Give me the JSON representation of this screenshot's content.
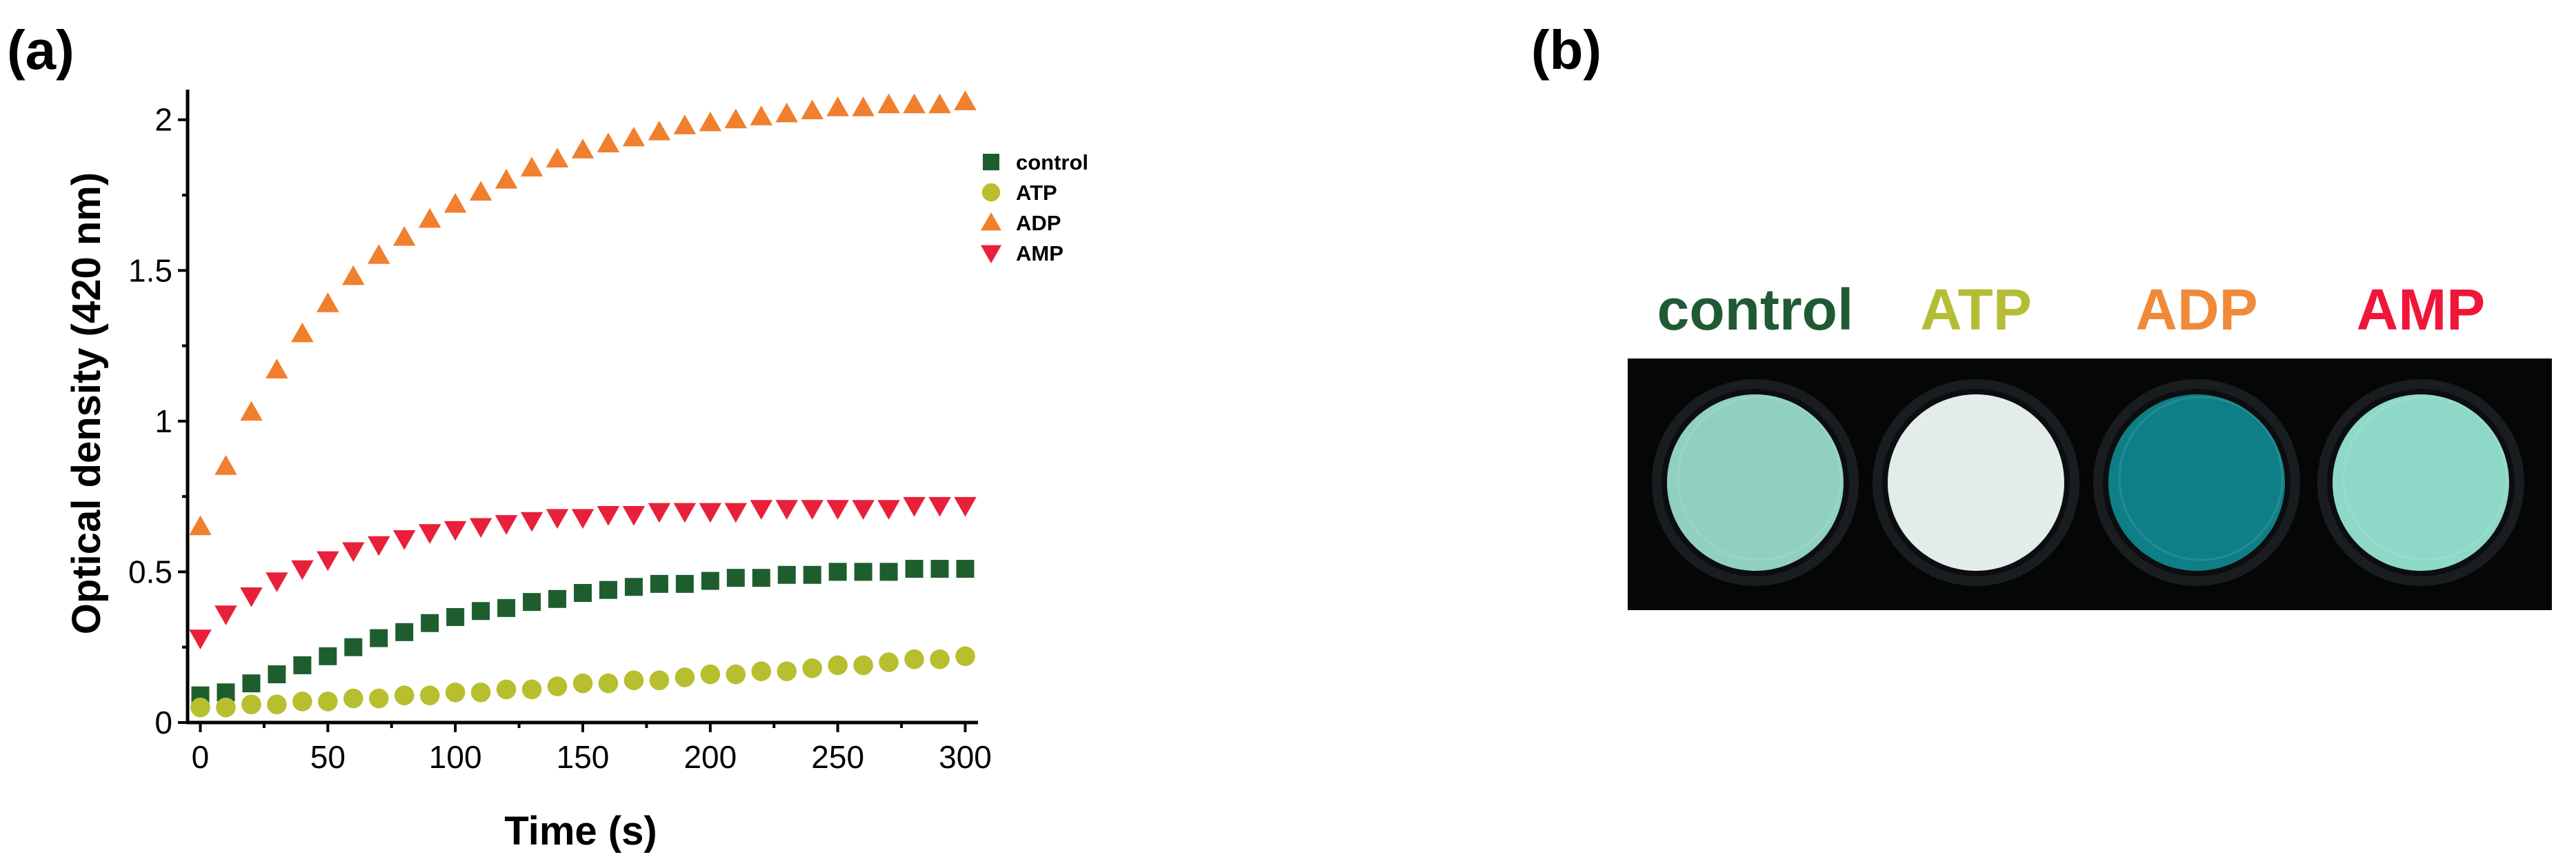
{
  "panels": {
    "a": {
      "label": "(a)"
    },
    "b": {
      "label": "(b)"
    }
  },
  "chart_data": {
    "type": "scatter",
    "title": "",
    "xlabel": "Time (s)",
    "ylabel": "Optical density (420 nm)",
    "xlim": [
      -5,
      305
    ],
    "ylim": [
      0,
      2.1
    ],
    "xticks": [
      0,
      50,
      100,
      150,
      200,
      250,
      300
    ],
    "yticks": [
      0,
      0.5,
      1,
      1.5,
      2
    ],
    "ytick_labels": [
      "0",
      "0.5",
      "1",
      "1.5",
      "2"
    ],
    "grid": false,
    "legend_position": "upper-right",
    "x": [
      0,
      10,
      20,
      30,
      40,
      50,
      60,
      70,
      80,
      90,
      100,
      110,
      120,
      130,
      140,
      150,
      160,
      170,
      180,
      190,
      200,
      210,
      220,
      230,
      240,
      250,
      260,
      270,
      280,
      290,
      300
    ],
    "series": [
      {
        "name": "control",
        "marker": "square",
        "color": "#1e5e2e",
        "values": [
          0.09,
          0.1,
          0.13,
          0.16,
          0.19,
          0.22,
          0.25,
          0.28,
          0.3,
          0.33,
          0.35,
          0.37,
          0.38,
          0.4,
          0.41,
          0.43,
          0.44,
          0.45,
          0.46,
          0.46,
          0.47,
          0.48,
          0.48,
          0.49,
          0.49,
          0.5,
          0.5,
          0.5,
          0.51,
          0.51,
          0.51
        ]
      },
      {
        "name": "ATP",
        "marker": "circle",
        "color": "#b7bf2e",
        "values": [
          0.05,
          0.05,
          0.06,
          0.06,
          0.07,
          0.07,
          0.08,
          0.08,
          0.09,
          0.09,
          0.1,
          0.1,
          0.11,
          0.11,
          0.12,
          0.13,
          0.13,
          0.14,
          0.14,
          0.15,
          0.16,
          0.16,
          0.17,
          0.17,
          0.18,
          0.19,
          0.19,
          0.2,
          0.21,
          0.21,
          0.22
        ]
      },
      {
        "name": "ADP",
        "marker": "triangle-up",
        "color": "#f07f2e",
        "values": [
          0.65,
          0.85,
          1.03,
          1.17,
          1.29,
          1.39,
          1.48,
          1.55,
          1.61,
          1.67,
          1.72,
          1.76,
          1.8,
          1.84,
          1.87,
          1.9,
          1.92,
          1.94,
          1.96,
          1.98,
          1.99,
          2.0,
          2.01,
          2.02,
          2.03,
          2.04,
          2.04,
          2.05,
          2.05,
          2.05,
          2.06
        ]
      },
      {
        "name": "AMP",
        "marker": "triangle-down",
        "color": "#e8203a",
        "values": [
          0.28,
          0.36,
          0.42,
          0.47,
          0.51,
          0.54,
          0.57,
          0.59,
          0.61,
          0.63,
          0.64,
          0.65,
          0.66,
          0.67,
          0.68,
          0.68,
          0.69,
          0.69,
          0.7,
          0.7,
          0.7,
          0.7,
          0.71,
          0.71,
          0.71,
          0.71,
          0.71,
          0.71,
          0.72,
          0.72,
          0.72
        ]
      }
    ]
  },
  "wells": [
    {
      "label": "control",
      "label_color": "#1f5a34",
      "fill": "#8fd0c0"
    },
    {
      "label": "ATP",
      "label_color": "#b5bd37",
      "fill": "#e2ecea"
    },
    {
      "label": "ADP",
      "label_color": "#ef8a3a",
      "fill": "#0e7f86"
    },
    {
      "label": "AMP",
      "label_color": "#f0163a",
      "fill": "#8ed8c8"
    }
  ]
}
